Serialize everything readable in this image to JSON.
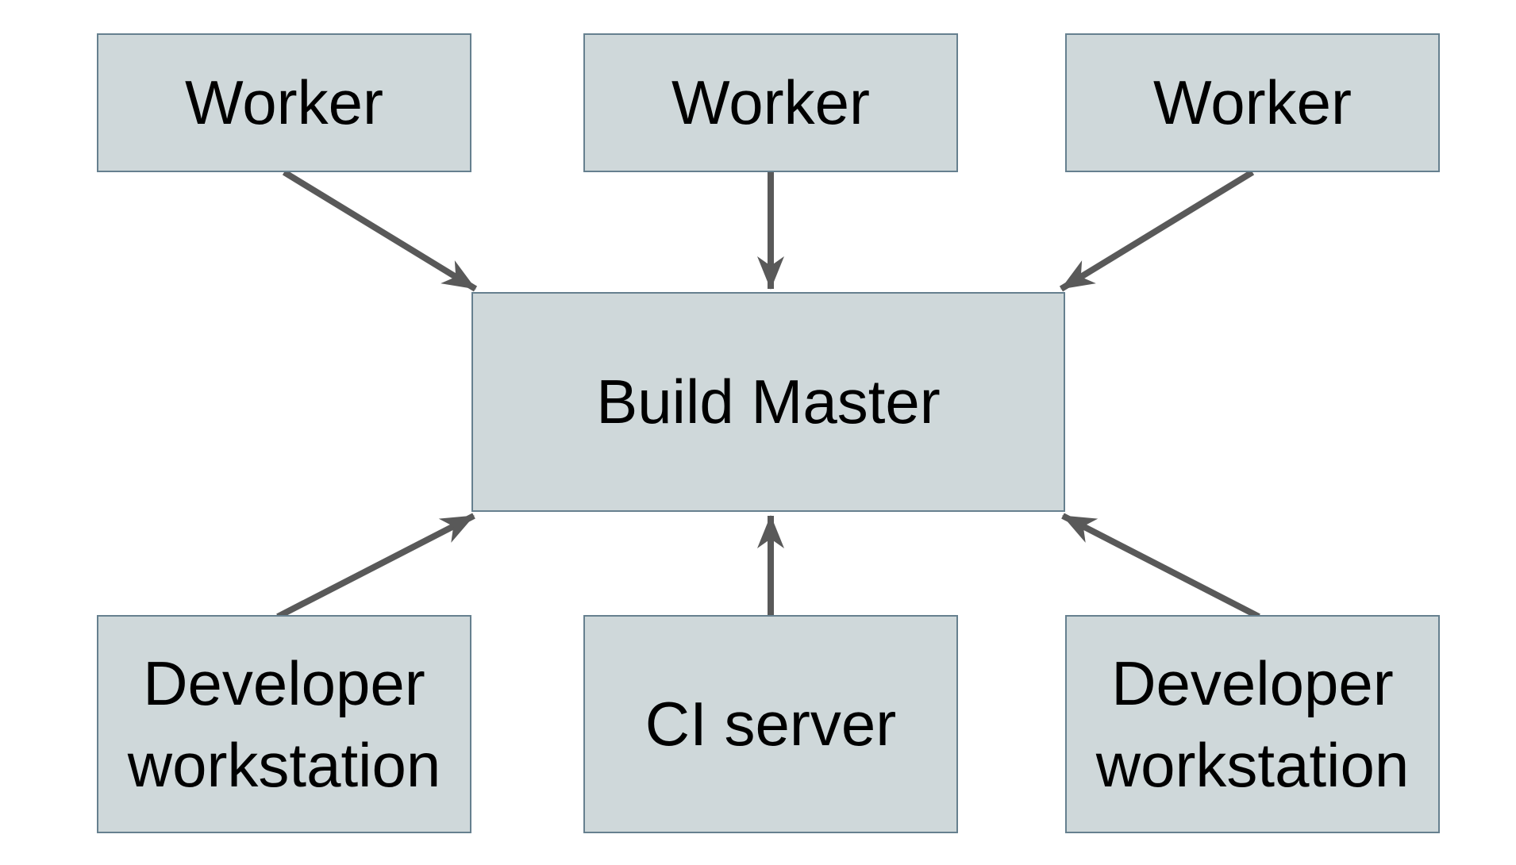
{
  "diagram": {
    "colors": {
      "node_fill": "#cfd8da",
      "node_border": "#66808f",
      "arrow": "#595959",
      "label_text": "#000000",
      "canvas_background": "#ffffff"
    },
    "nodes": {
      "worker_1": {
        "label": "Worker"
      },
      "worker_2": {
        "label": "Worker"
      },
      "worker_3": {
        "label": "Worker"
      },
      "build_master": {
        "label": "Build Master"
      },
      "dev_workstation_left": {
        "label": "Developer workstation"
      },
      "ci_server": {
        "label": "CI server"
      },
      "dev_workstation_right": {
        "label": "Developer workstation"
      }
    },
    "edges": [
      {
        "from": "worker_1",
        "to": "build_master"
      },
      {
        "from": "worker_2",
        "to": "build_master"
      },
      {
        "from": "worker_3",
        "to": "build_master"
      },
      {
        "from": "dev_workstation_left",
        "to": "build_master"
      },
      {
        "from": "ci_server",
        "to": "build_master"
      },
      {
        "from": "dev_workstation_right",
        "to": "build_master"
      }
    ]
  }
}
